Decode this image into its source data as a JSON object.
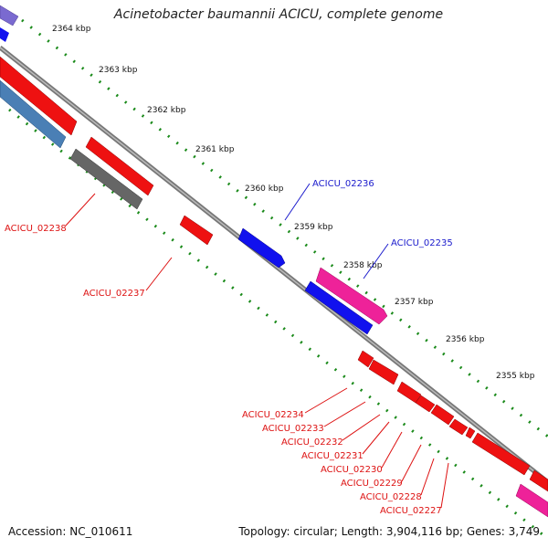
{
  "title": "Acinetobacter baumannii ACICU, complete genome",
  "footer": {
    "accession": "Accession: NC_010611",
    "topology": "Topology: circular; Length: 3,904,116 bp; Genes: 3,749"
  },
  "scale_ticks": [
    "2364 kbp",
    "2363 kbp",
    "2362 kbp",
    "2361 kbp",
    "2360 kbp",
    "2359 kbp",
    "2358 kbp",
    "2357 kbp",
    "2356 kbp",
    "2355 kbp"
  ],
  "gene_labels": {
    "forward": [
      "ACICU_02236",
      "ACICU_02235"
    ],
    "reverse": [
      "ACICU_02238",
      "ACICU_02237",
      "ACICU_02234",
      "ACICU_02233",
      "ACICU_02232",
      "ACICU_02231",
      "ACICU_02230",
      "ACICU_02229",
      "ACICU_02228",
      "ACICU_02227"
    ]
  },
  "colors": {
    "forward_label": "#1a1acc",
    "reverse_label": "#dd1111",
    "backbone": "#888888",
    "scale_dots": "#1a8a1a",
    "red_gene": "#ee1111",
    "blue_gene": "#1111ee",
    "magenta_gene": "#ee2299",
    "grey_gene": "#666666",
    "steelblue_gene": "#4a7fb5",
    "purple_gene": "#7a6ad0"
  }
}
